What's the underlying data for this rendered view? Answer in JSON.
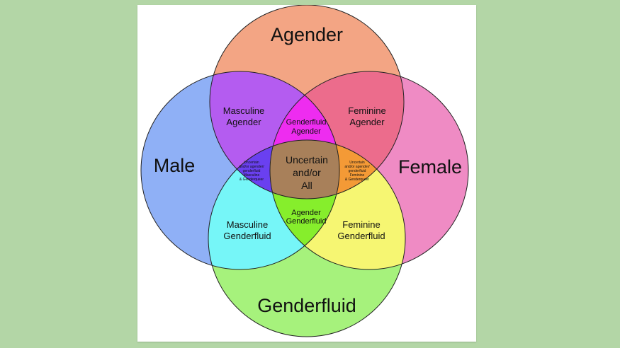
{
  "diagram": {
    "sets": [
      {
        "id": "agender",
        "label": "Agender",
        "color": "#f3a584"
      },
      {
        "id": "male",
        "label": "Male",
        "color": "#8fb0f6"
      },
      {
        "id": "female",
        "label": "Female",
        "color": "#ef8bc4"
      },
      {
        "id": "genderfluid",
        "label": "Genderfluid",
        "color": "#a6f27c"
      }
    ],
    "regions": {
      "masculine_agender": [
        "Masculine",
        "Agender"
      ],
      "feminine_agender": [
        "Feminine",
        "Agender"
      ],
      "genderfluid_agender": [
        "Genderfluid",
        "Agender"
      ],
      "center": [
        "Uncertain",
        "and/or",
        "All"
      ],
      "agender_genderfluid": [
        "Agender",
        "Genderfluid"
      ],
      "masculine_genderfluid": [
        "Masculine",
        "Genderfluid"
      ],
      "feminine_genderfluid": [
        "Feminine",
        "Genderfluid"
      ],
      "left_tiny": [
        "Uncertain",
        "and/or agender/",
        "genderfluid",
        "Masculine",
        "& Genderqueer"
      ],
      "right_tiny": [
        "Uncertain",
        "and/or agender/",
        "genderfluid",
        "Feminine",
        "& Genderqueer"
      ]
    },
    "region_colors": {
      "masculine_agender": "#b45cf0",
      "feminine_agender": "#ec6c8c",
      "genderfluid_agender": "#ee2cf0",
      "masculine_genderfluid": "#76f6f8",
      "feminine_genderfluid": "#f6f672",
      "agender_genderfluid": "#86ee2c",
      "left_tiny": "#6a40f0",
      "right_tiny": "#f49a36",
      "center": "#a8805a"
    }
  }
}
